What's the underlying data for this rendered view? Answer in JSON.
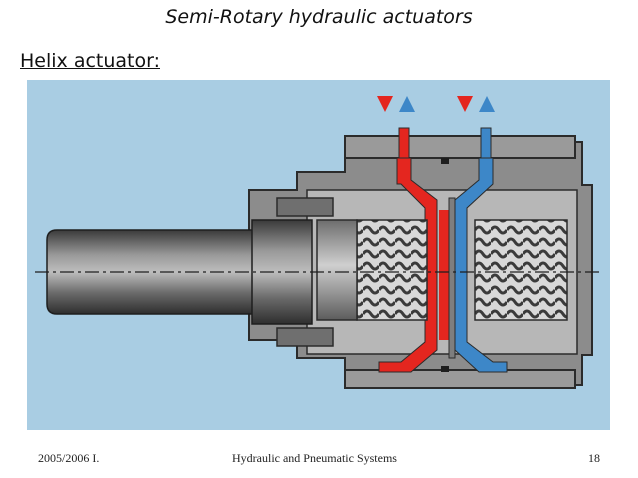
{
  "slide": {
    "title": "Semi-Rotary hydraulic actuators",
    "subtitle": "Helix actuator:"
  },
  "figure": {
    "colors": {
      "background": "#a9cde3",
      "housing": "#8c8c8c",
      "pressure_line": "#e4261f",
      "return_line": "#3d87c8",
      "shaft": "#4a4a4a"
    }
  },
  "footer": {
    "left": "2005/2006 I.",
    "center": "Hydraulic and Pneumatic Systems",
    "right": "18"
  }
}
